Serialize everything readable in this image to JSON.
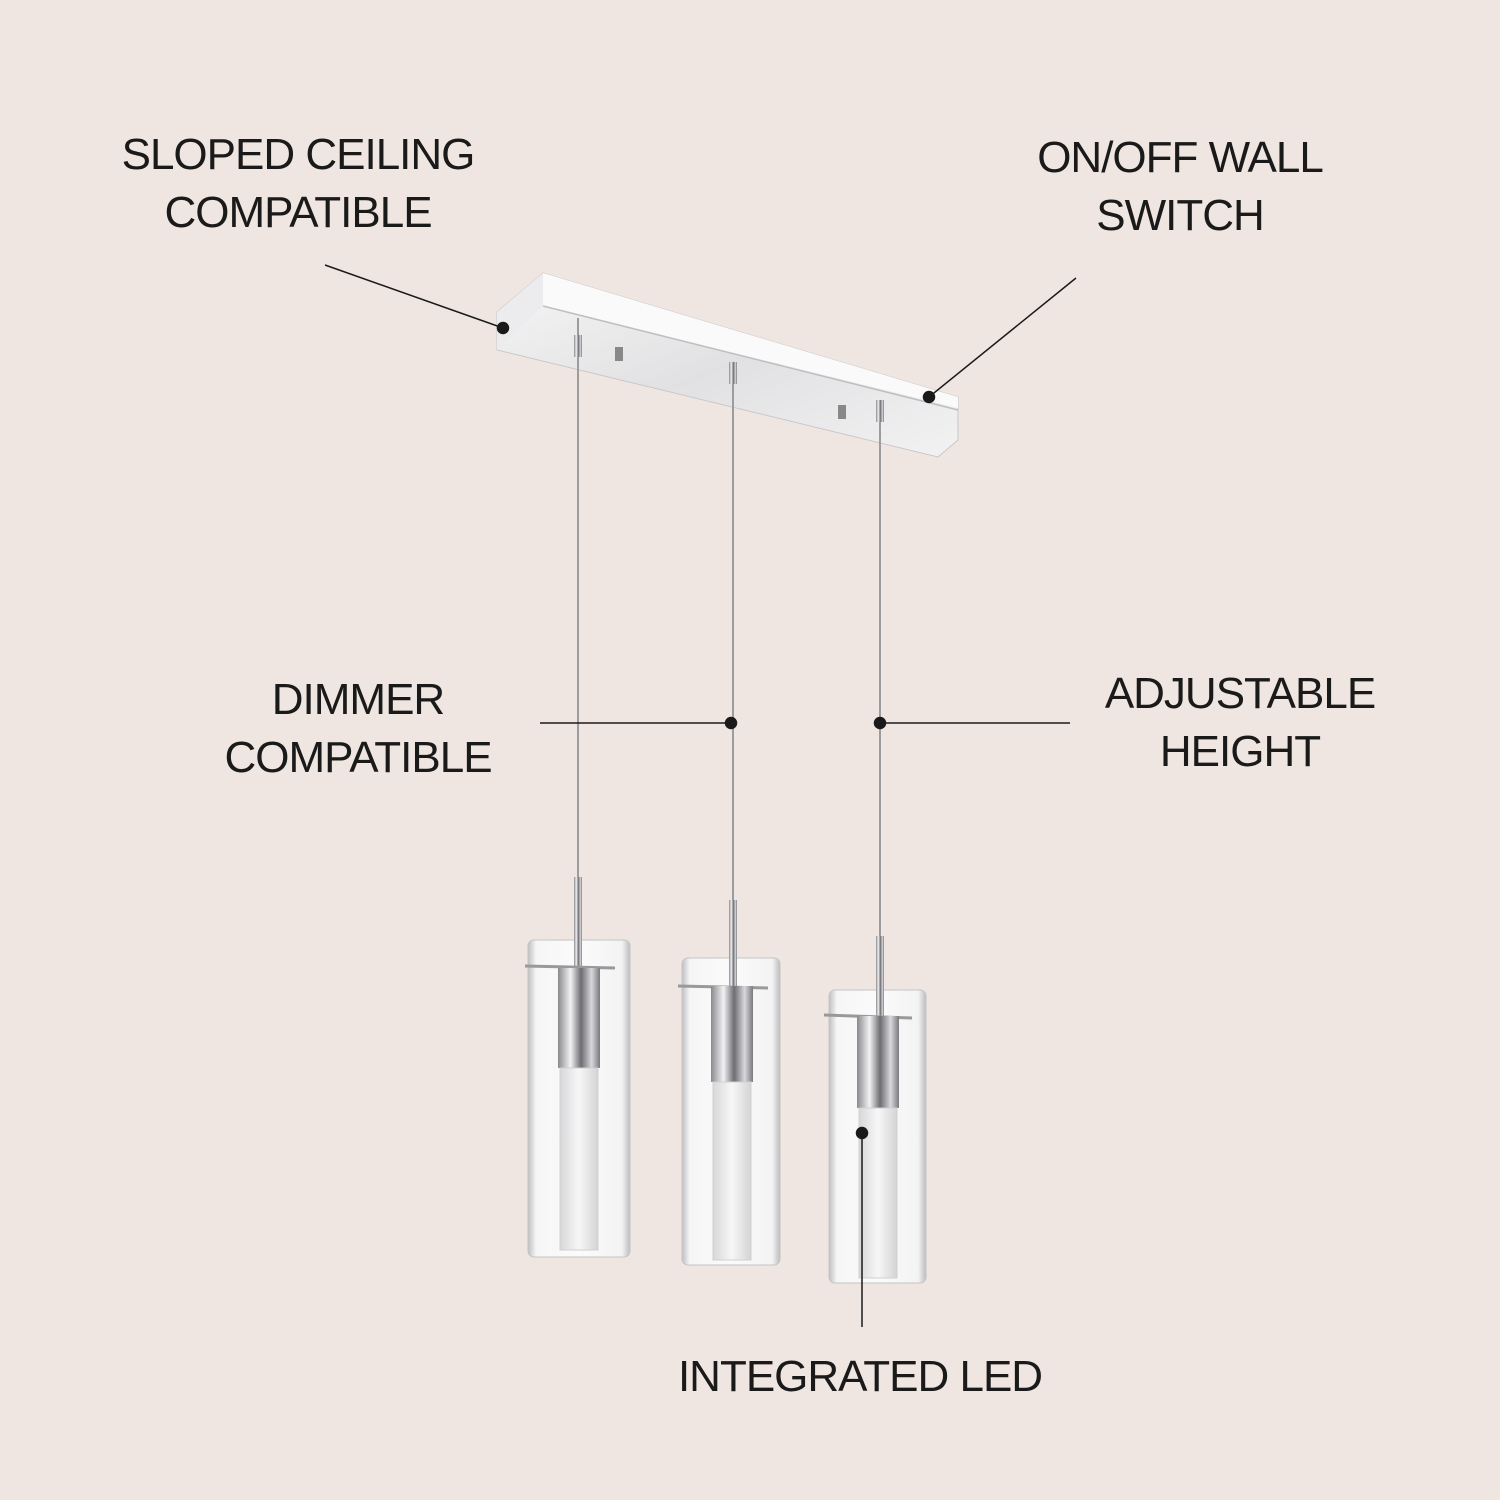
{
  "colors": {
    "background": "#f0e6e1",
    "text": "#1a1a1a",
    "leader": "#1a1a1a",
    "chrome": "#c9c9cc"
  },
  "callouts": {
    "sloped": {
      "line1": "SLOPED CEILING",
      "line2": "COMPATIBLE"
    },
    "switch": {
      "line1": "ON/OFF WALL",
      "line2": "SWITCH"
    },
    "dimmer": {
      "line1": "DIMMER",
      "line2": "COMPATIBLE"
    },
    "height": {
      "line1": "ADJUSTABLE",
      "line2": "HEIGHT"
    },
    "led": {
      "line1": "INTEGRATED LED"
    }
  }
}
